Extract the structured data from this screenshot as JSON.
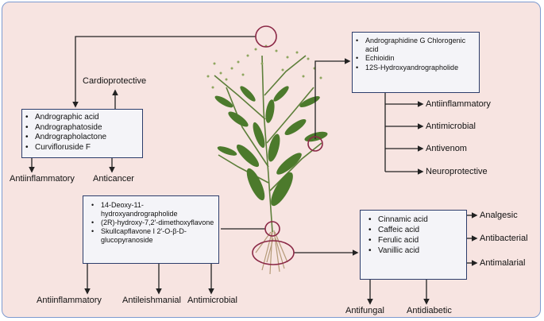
{
  "colors": {
    "panel_bg": "#f7e4e1",
    "panel_border": "#7d9ad0",
    "box_border": "#2c3d6b",
    "circle": "#8b2846",
    "line": "#222222",
    "leaf": "#4c7a2c"
  },
  "top_left": {
    "compounds": [
      "Andrographic acid",
      "Andrographatoside",
      "Andrographolactone",
      "Curvifloruside F"
    ],
    "above": "Cardioprotective",
    "below": [
      "Antiinflammatory",
      "Anticancer"
    ]
  },
  "top_right": {
    "compounds": [
      "Andrographidine G Chlorogenic acid",
      "Echioidin",
      "12S-Hydroxyandrographolide"
    ],
    "activities": [
      "Antiinflammatory",
      "Antimicrobial",
      "Antivenom",
      "Neuroprotective"
    ]
  },
  "bottom_left": {
    "compounds": [
      "14-Deoxy-11-hydroxyandrographolide",
      "(2R)-hydroxy-7,2′-dimethoxyflavone",
      "Skullcapflavone I 2′-O-β-D-glucopyranoside"
    ],
    "activities": [
      "Antiinflammatory",
      "Antileishmanial",
      "Antimicrobial"
    ]
  },
  "bottom_right": {
    "compounds": [
      "Cinnamic acid",
      "Caffeic acid",
      "Ferulic acid",
      "Vanillic acid"
    ],
    "right": [
      "Analgesic",
      "Antibacterial",
      "Antimalarial"
    ],
    "below": [
      "Antifungal",
      "Antidiabetic"
    ]
  }
}
